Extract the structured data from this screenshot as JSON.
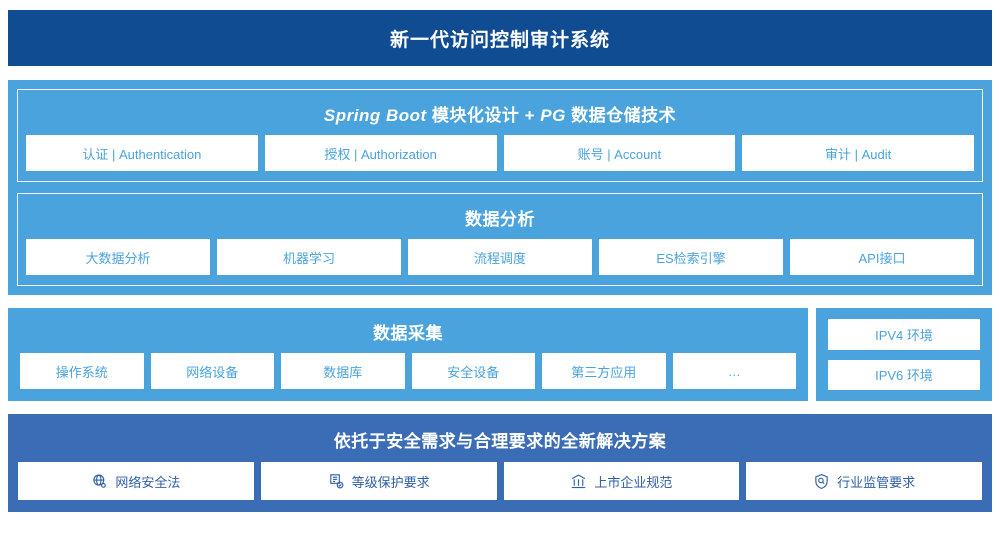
{
  "header": {
    "title": "新一代访问控制审计系统"
  },
  "colors": {
    "header_bg": "#0f4c91",
    "light_blue": "#4aa3dd",
    "mid_blue": "#3a6db5",
    "card_bg": "#ffffff",
    "card_text_light": "#4aa3dd",
    "card_text_mid": "#2f5fa8"
  },
  "section_platform": {
    "title_pre": "Spring Boot",
    "title_mid": " 模块化设计 + ",
    "title_pg": "PG",
    "title_post": " 数据仓储技术",
    "cards": [
      {
        "label": "认证 | Authentication"
      },
      {
        "label": "授权 | Authorization"
      },
      {
        "label": "账号 | Account"
      },
      {
        "label": "审计 | Audit"
      }
    ]
  },
  "section_analysis": {
    "title": "数据分析",
    "cards": [
      {
        "label": "大数据分析"
      },
      {
        "label": "机器学习"
      },
      {
        "label": "流程调度"
      },
      {
        "label": "ES检索引擎"
      },
      {
        "label": "API接口"
      }
    ]
  },
  "section_collection": {
    "title": "数据采集",
    "cards": [
      {
        "label": "操作系统"
      },
      {
        "label": "网络设备"
      },
      {
        "label": "数据库"
      },
      {
        "label": "安全设备"
      },
      {
        "label": "第三方应用"
      },
      {
        "label": "…"
      }
    ]
  },
  "section_environment": {
    "cards": [
      {
        "label": "IPV4 环境"
      },
      {
        "label": "IPV6 环境"
      }
    ]
  },
  "section_solution": {
    "title": "依托于安全需求与合理要求的全新解决方案",
    "cards": [
      {
        "label": "网络安全法",
        "icon": "globe-icon"
      },
      {
        "label": "等级保护要求",
        "icon": "document-check-icon"
      },
      {
        "label": "上市企业规范",
        "icon": "bank-icon"
      },
      {
        "label": "行业监管要求",
        "icon": "shield-search-icon"
      }
    ]
  }
}
